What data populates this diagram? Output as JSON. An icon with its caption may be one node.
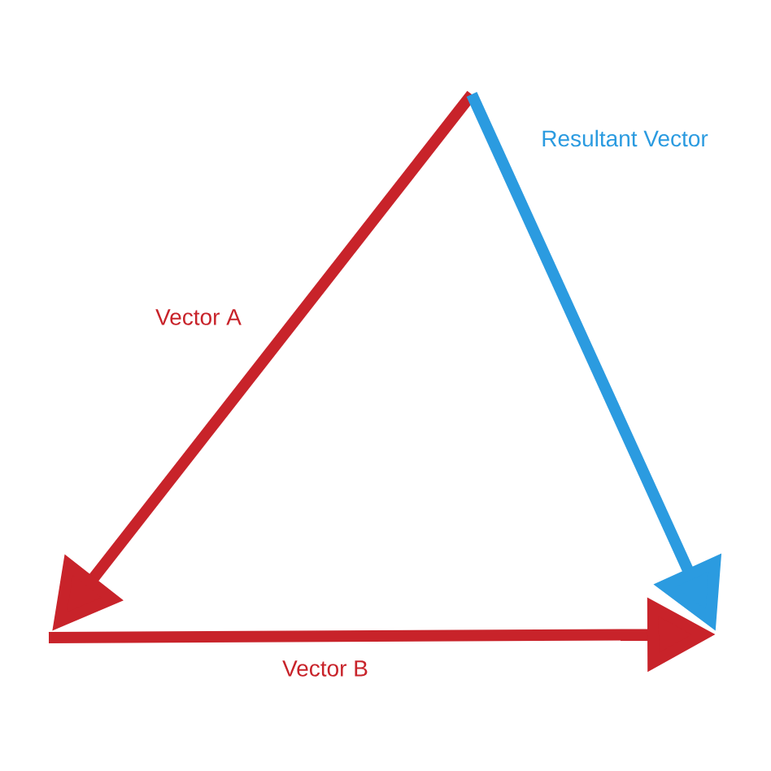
{
  "diagram": {
    "labels": [
      "Resultant Vector",
      "Vector A",
      "Vector B"
    ]
  }
}
